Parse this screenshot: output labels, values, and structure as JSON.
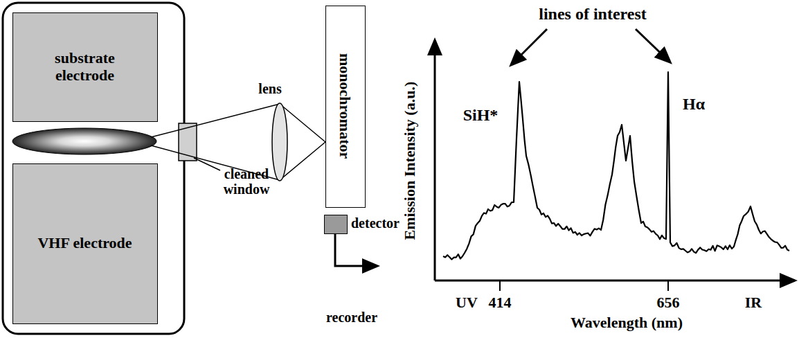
{
  "diagram": {
    "nodes": [
      {
        "text": [
          "substrate electrode"
        ]
      },
      {
        "text": [
          "VHF electrode"
        ]
      },
      {
        "text": [
          "monochromator"
        ]
      },
      {
        "text": [
          "detector"
        ]
      }
    ],
    "labels": [
      "lens",
      "cleaned window",
      "recorder",
      "lines of interest",
      "SiH*",
      "Hα",
      "Emission Intensity (a.u.)",
      "Wavelength (nm)",
      "UV",
      "414",
      "656",
      "IR"
    ]
  }
}
